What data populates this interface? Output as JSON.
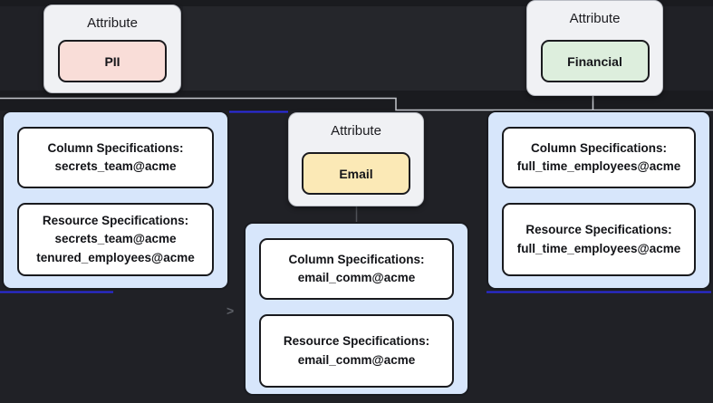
{
  "diagram": {
    "attribute_nodes": [
      {
        "title": "Attribute",
        "label": "PII",
        "chip_color": "#f9ddd8"
      },
      {
        "title": "Attribute",
        "label": "Email",
        "chip_color": "#fbe9b6"
      },
      {
        "title": "Attribute",
        "label": "Financial",
        "chip_color": "#ddeedd"
      }
    ],
    "spec_nodes": [
      {
        "column_title": "Column Specifications:",
        "column_values": [
          "secrets_team@acme"
        ],
        "resource_title": "Resource Specifications:",
        "resource_values": [
          "secrets_team@acme",
          "tenured_employees@acme"
        ]
      },
      {
        "column_title": "Column Specifications:",
        "column_values": [
          "email_comm@acme"
        ],
        "resource_title": "Resource Specifications:",
        "resource_values": [
          "email_comm@acme"
        ]
      },
      {
        "column_title": "Column Specifications:",
        "column_values": [
          "full_time_employees@acme"
        ],
        "resource_title": "Resource Specifications:",
        "resource_values": [
          "full_time_employees@acme"
        ]
      }
    ],
    "edge_chevron": ">",
    "colors": {
      "canvas_bg": "#202126",
      "attribute_node_bg": "#f0f1f4",
      "spec_container_bg": "#d7e6fb",
      "spec_box_bg": "#ffffff",
      "pii_chip": "#f9ddd8",
      "email_chip": "#fbe9b6",
      "financial_chip": "#ddeedd",
      "edge_gray": "#c3c6cc",
      "edge_blue": "#2a2ae0",
      "border_dark": "#1b1b1f"
    }
  }
}
